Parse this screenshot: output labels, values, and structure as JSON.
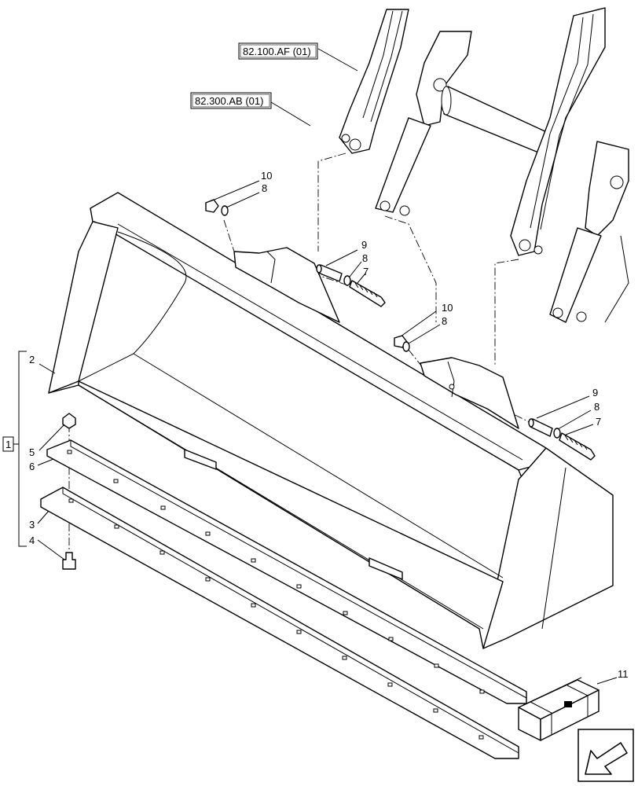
{
  "references": [
    {
      "id": "ref-82100",
      "label": "82.100.AF (01)"
    },
    {
      "id": "ref-82300",
      "label": "82.300.AB (01)"
    }
  ],
  "callouts": {
    "c10a": "10",
    "c8a": "8",
    "c9a": "9",
    "c8b": "8",
    "c7a": "7",
    "c10b": "10",
    "c8c": "8",
    "c9b": "9",
    "c8d": "8",
    "c7b": "7",
    "c2": "2",
    "c5": "5",
    "c6": "6",
    "c3": "3",
    "c4": "4",
    "c11": "11"
  },
  "assembly_label": "1",
  "icons": {
    "nav": "arrow-down-left-icon",
    "kit": "parts-box-icon"
  }
}
